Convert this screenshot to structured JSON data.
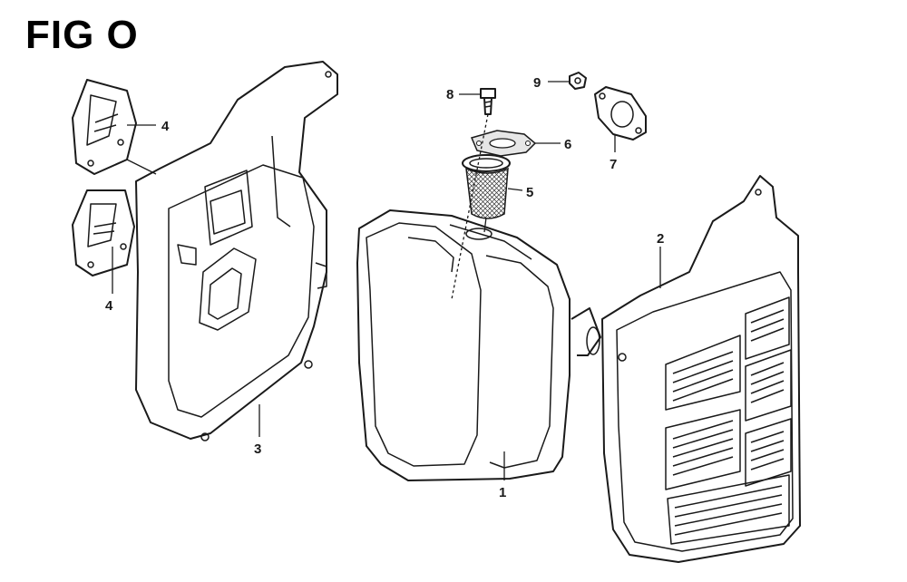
{
  "figure": {
    "title": "FIG O"
  },
  "callouts": {
    "muffler": "1",
    "muffler_protector": "2",
    "muffler_cover": "3",
    "heat_shield_upper": "4",
    "heat_shield_lower": "4",
    "arrester_screen": "5",
    "arrester_gasket": "6",
    "exhaust_gasket": "7",
    "bolt": "8",
    "nut": "9"
  }
}
